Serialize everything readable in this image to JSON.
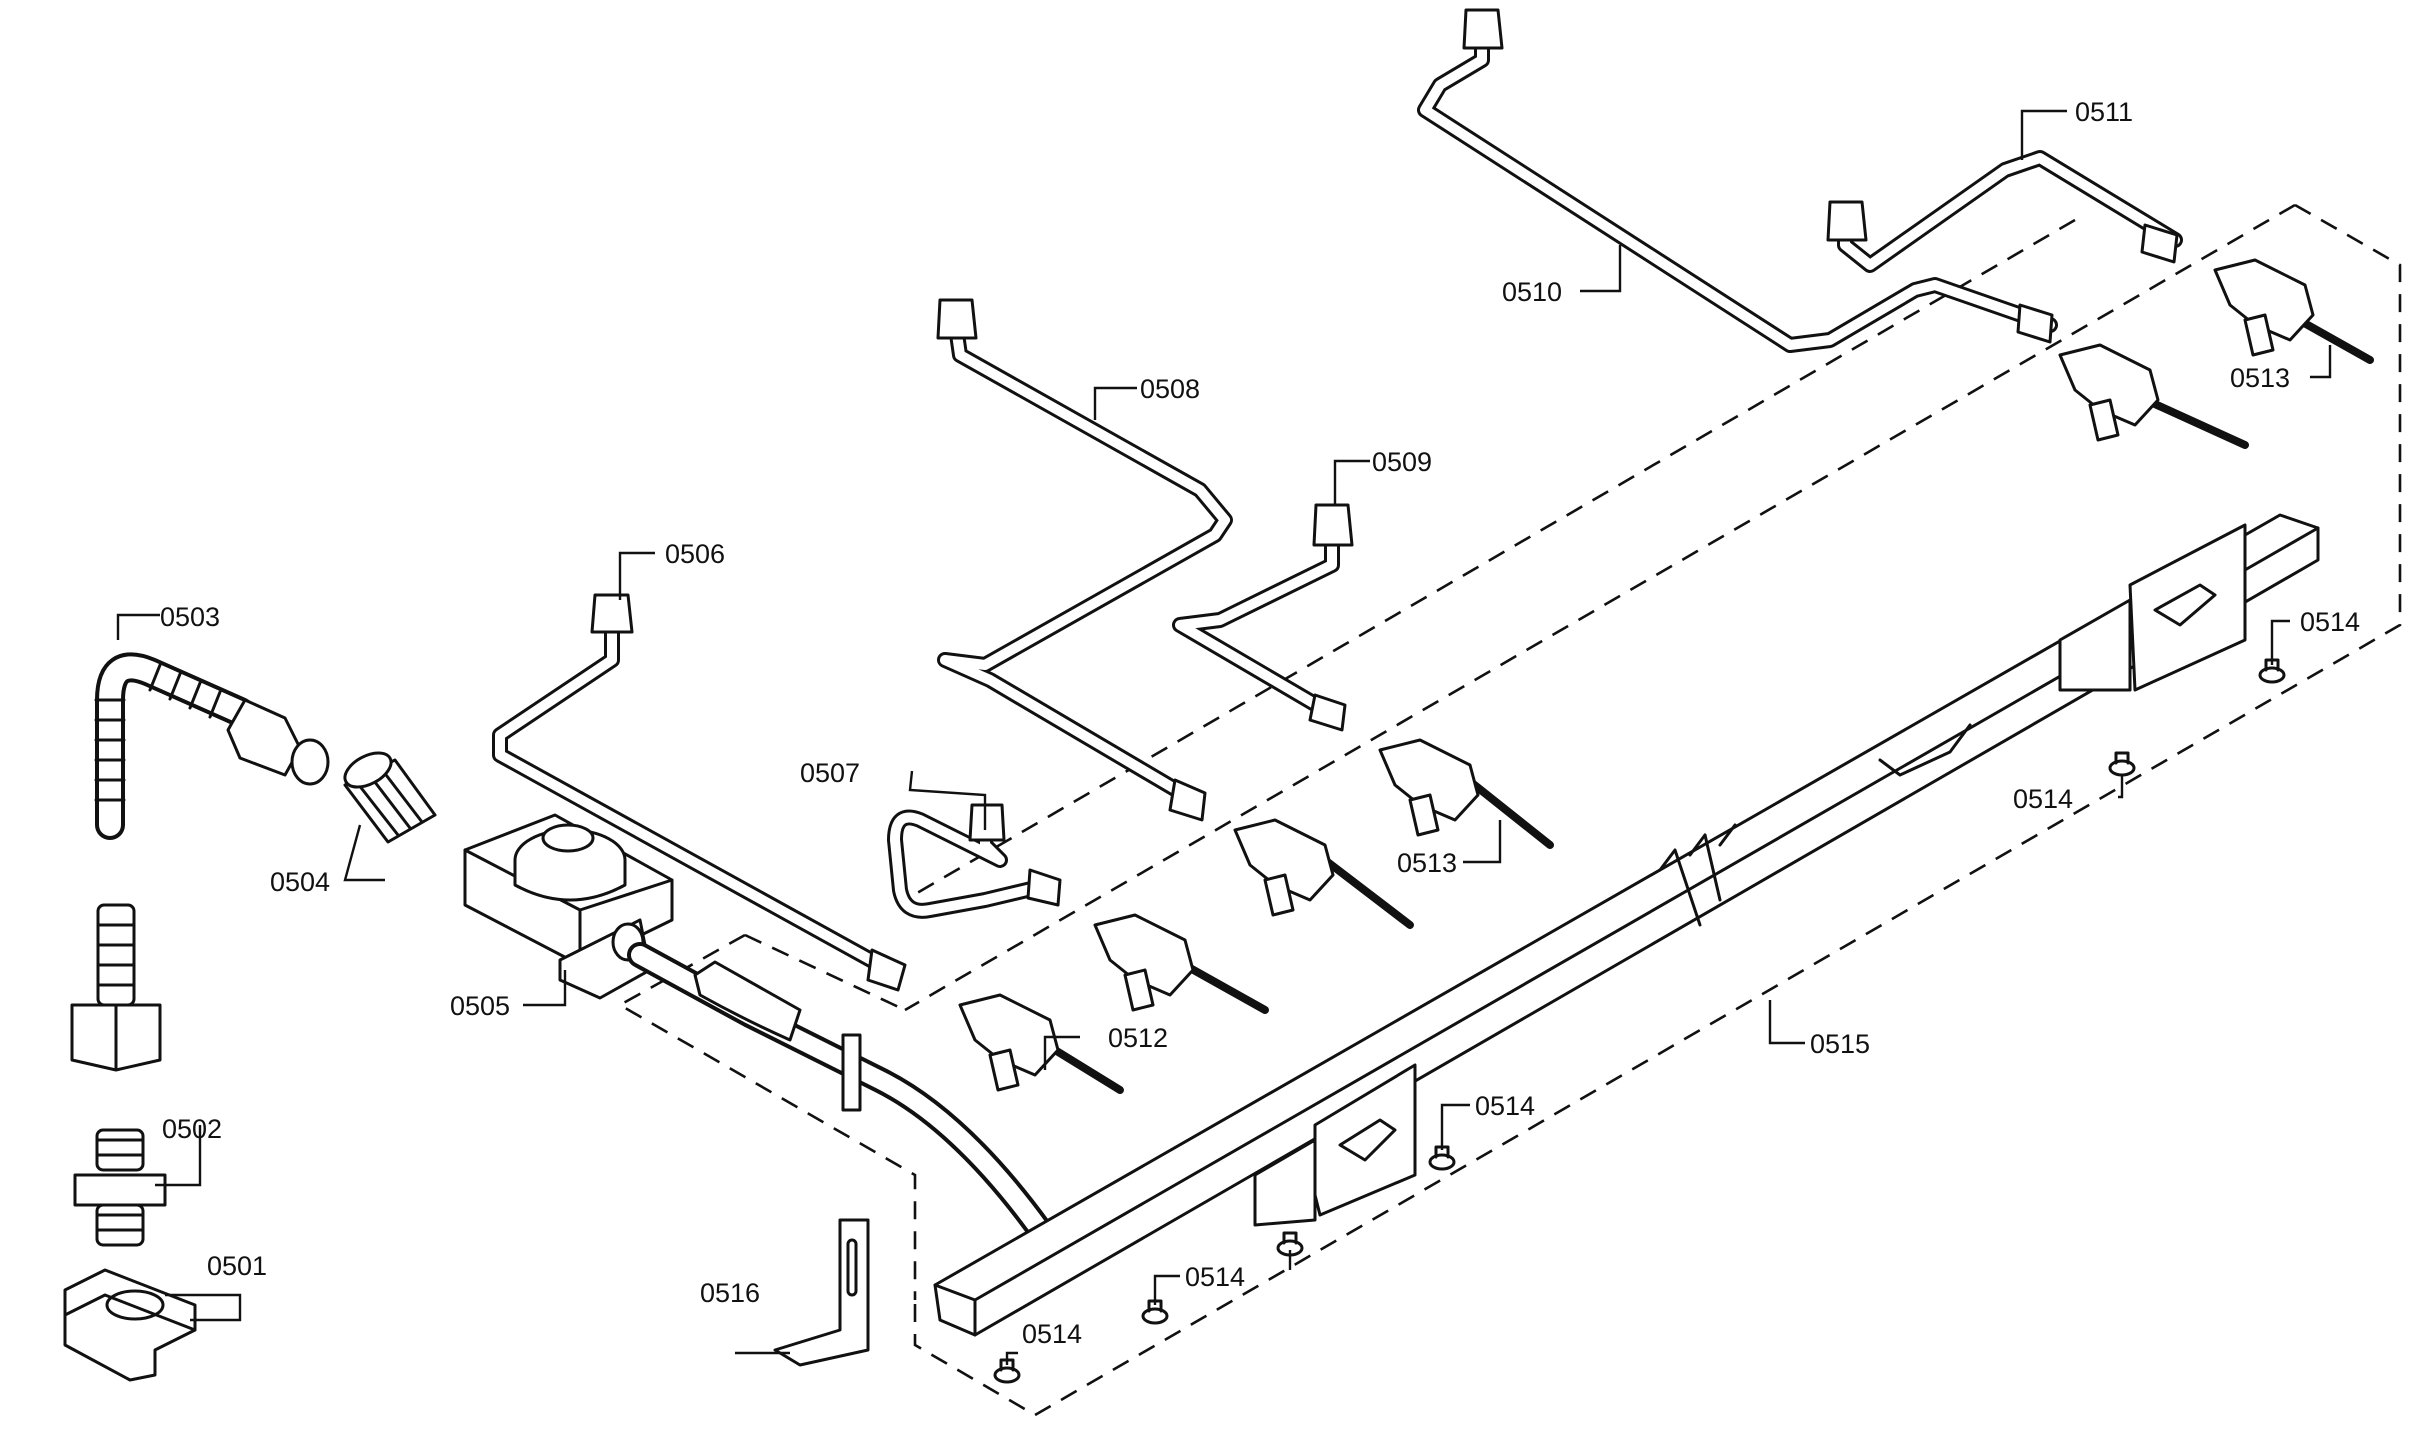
{
  "callouts": {
    "c0501": "0501",
    "c0502": "0502",
    "c0503": "0503",
    "c0504": "0504",
    "c0505": "0505",
    "c0506": "0506",
    "c0507": "0507",
    "c0508": "0508",
    "c0509": "0509",
    "c0510": "0510",
    "c0511": "0511",
    "c0512": "0512",
    "c0513a": "0513",
    "c0513b": "0513",
    "c0514a": "0514",
    "c0514b": "0514",
    "c0514c": "0514",
    "c0514d": "0514",
    "c0514e": "0514",
    "c0515": "0515",
    "c0516": "0516"
  }
}
